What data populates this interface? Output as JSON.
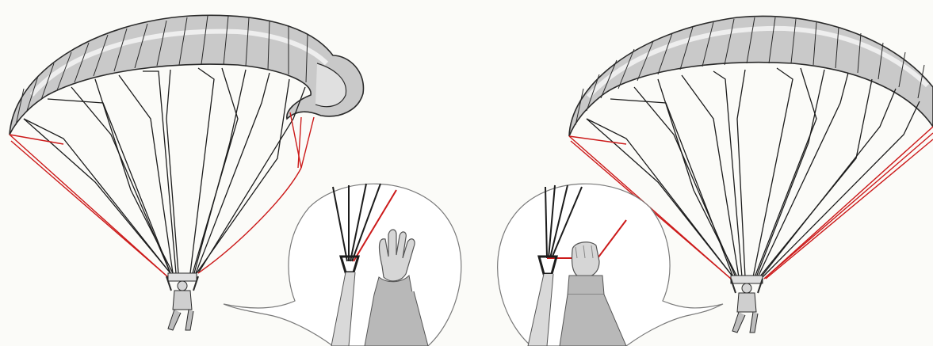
{
  "colors": {
    "background": "#fbfbf8",
    "canopy_fill": "#c9c9c9",
    "canopy_light": "#e6e6e6",
    "canopy_stroke": "#2a2a2a",
    "line_black": "#1c1c1c",
    "line_red": "#cc1a1a",
    "skin": "#d6d6d6",
    "sleeve": "#b8b8b8",
    "callout_stroke": "#7a7a7a"
  },
  "panels": [
    {
      "name": "left-panel",
      "state": "asymmetric-collapse",
      "hand": "open-palm-released"
    },
    {
      "name": "right-panel",
      "state": "normal-flight",
      "hand": "fist-holding-line"
    }
  ],
  "icons": [
    "paraglider-canopy-icon",
    "pilot-icon",
    "open-hand-icon",
    "fist-hand-icon",
    "carabiner-icon"
  ]
}
